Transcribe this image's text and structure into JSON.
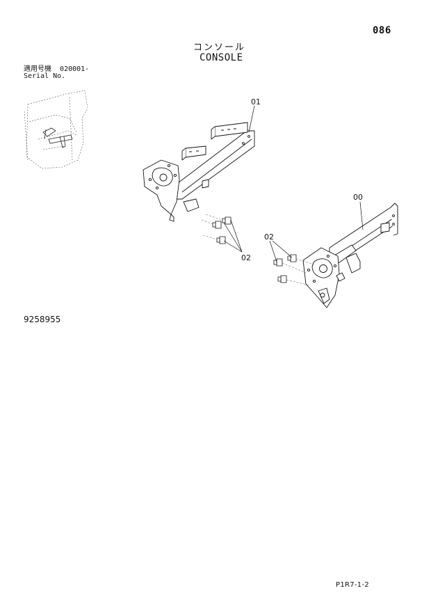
{
  "header": {
    "page_number": "086",
    "title_jp": "コンソール",
    "title_en": "CONSOLE"
  },
  "serial": {
    "label_jp": "適用号機",
    "range": "020001-",
    "label_en": "Serial No."
  },
  "callouts": {
    "frame_upper": "01",
    "frame_lower": "00",
    "bolts_right": "02",
    "bolts_left": "02"
  },
  "footer": {
    "part_number": "9258955",
    "page_code": "P1R7-1-2"
  }
}
